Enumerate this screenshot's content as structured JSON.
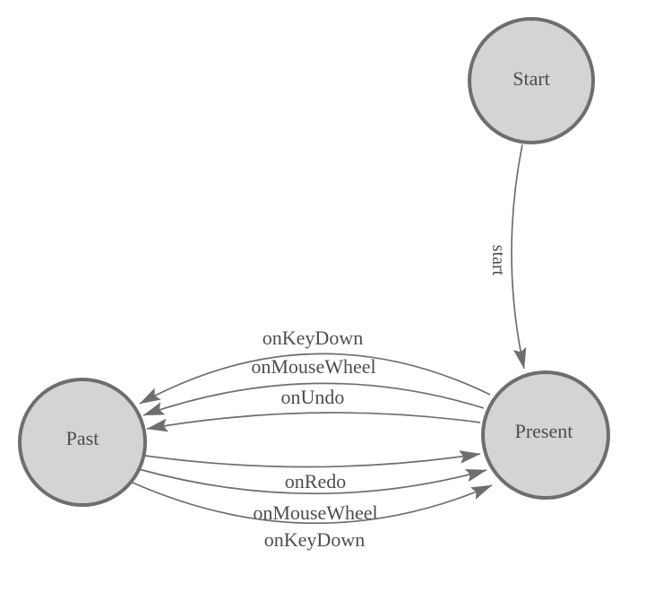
{
  "diagram": {
    "type": "state-machine",
    "colors": {
      "background": "#ffffff",
      "node_fill": "#d4d4d4",
      "node_border": "#6e6e6e",
      "edge_line": "#6e6e6e",
      "arrowhead": "#6e6e6e",
      "label_text": "#4d4d4d"
    },
    "nodes": {
      "start": {
        "label": "Start"
      },
      "present": {
        "label": "Present"
      },
      "past": {
        "label": "Past"
      }
    },
    "edges": {
      "start_transition": {
        "from": "Start",
        "to": "Present",
        "label": "start"
      },
      "present_to_past": [
        {
          "from": "Present",
          "to": "Past",
          "label": "onKeyDown"
        },
        {
          "from": "Present",
          "to": "Past",
          "label": "onMouseWheel"
        },
        {
          "from": "Present",
          "to": "Past",
          "label": "onUndo"
        }
      ],
      "past_to_present": [
        {
          "from": "Past",
          "to": "Present",
          "label": "onRedo"
        },
        {
          "from": "Past",
          "to": "Present",
          "label": "onMouseWheel"
        },
        {
          "from": "Past",
          "to": "Present",
          "label": "onKeyDown"
        }
      ]
    }
  }
}
